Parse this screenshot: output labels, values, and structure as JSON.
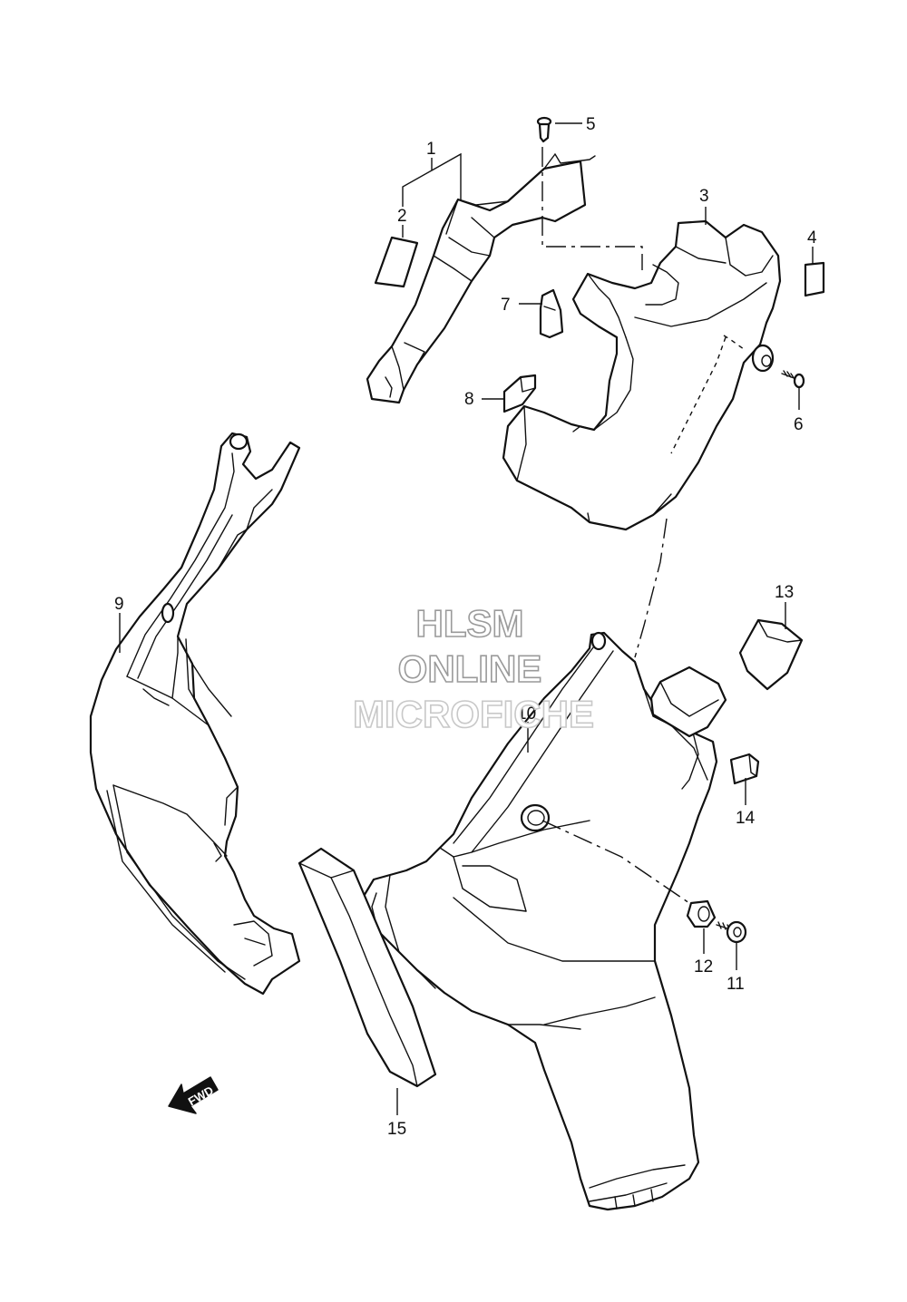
{
  "watermark": {
    "line1": "HLSM",
    "line2": "ONLINE",
    "line3": "MICROFICHE"
  },
  "fwd_label": "FWD",
  "callouts": {
    "c1": "1",
    "c2": "2",
    "c3": "3",
    "c4": "4",
    "c5": "5",
    "c6": "6",
    "c7": "7",
    "c8": "8",
    "c9": "9",
    "c10": "10",
    "c11": "11",
    "c12": "12",
    "c13": "13",
    "c14": "14",
    "c15": "15"
  }
}
